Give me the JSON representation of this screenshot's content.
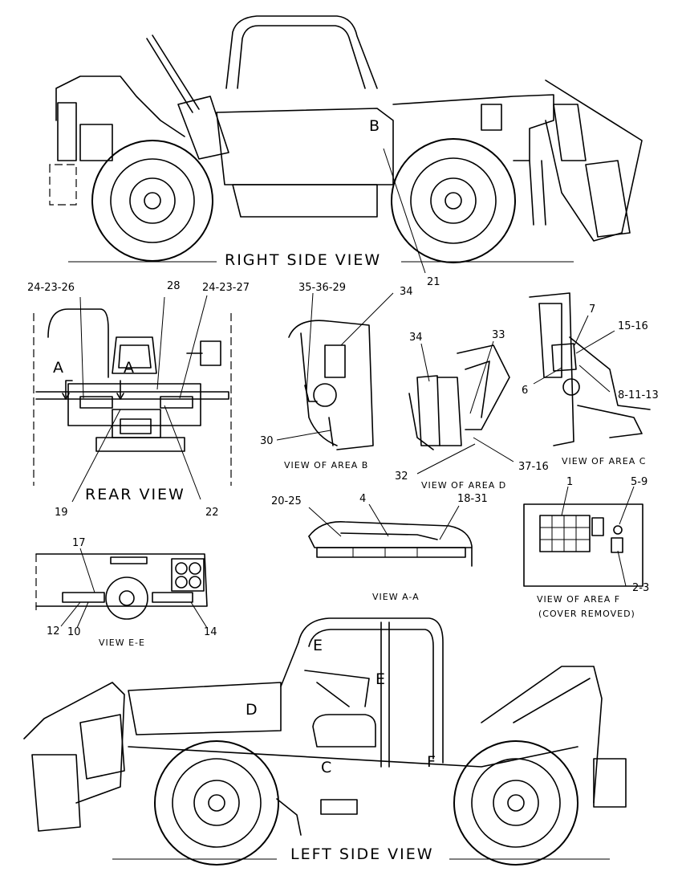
{
  "views": {
    "right_side": "RIGHT SIDE VIEW",
    "left_side": "LEFT SIDE VIEW",
    "rear": "REAR VIEW",
    "area_b": "VIEW OF AREA B",
    "area_d": "VIEW OF AREA D",
    "area_c": "VIEW OF AREA C",
    "view_aa": "VIEW A-A",
    "view_ee": "VIEW E-E",
    "area_f_line1": "VIEW OF AREA F",
    "area_f_line2": "(COVER REMOVED)"
  },
  "area_letters": {
    "b_right": "B",
    "a_left": "A",
    "a_center": "A",
    "e_top": "E",
    "e_mid": "E",
    "d": "D",
    "c": "C",
    "f": "F"
  },
  "callouts": {
    "c21": "21",
    "c24_23_26": "24-23-26",
    "c28": "28",
    "c24_23_27": "24-23-27",
    "c19": "19",
    "c22": "22",
    "c35_36_29": "35-36-29",
    "c34a": "34",
    "c30": "30",
    "c34b": "34",
    "c33": "33",
    "c32": "32",
    "c37_16": "37-16",
    "c7": "7",
    "c15_16": "15-16",
    "c6": "6",
    "c8_11_13": "8-11-13",
    "c20_25": "20-25",
    "c4": "4",
    "c18_31": "18-31",
    "c1": "1",
    "c5_9": "5-9",
    "c2_3": "2-3",
    "c17": "17",
    "c12": "12",
    "c10": "10",
    "c14": "14"
  }
}
